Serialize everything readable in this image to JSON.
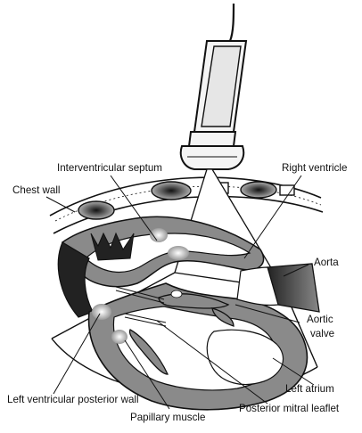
{
  "labels": {
    "interventricular_septum": "Interventricular septum",
    "right_ventricle": "Right ventricle",
    "chest_wall": "Chest wall",
    "aorta": "Aorta",
    "aortic_valve_line1": "Aortic",
    "aortic_valve_line2": "valve",
    "left_atrium": "Left atrium",
    "left_ventricular_posterior_wall": "Left ventricular posterior wall",
    "papillary_muscle": "Papillary muscle",
    "posterior_mitral_leaflet": "Posterior mitral leaflet"
  },
  "colors": {
    "ink": "#111111",
    "tissue_gray": "#8a8a8a",
    "dark_gray": "#3a3a3a",
    "light_gray": "#c8c8c8",
    "background": "#ffffff"
  },
  "icons": {
    "probe": "ultrasound-transducer-icon"
  }
}
